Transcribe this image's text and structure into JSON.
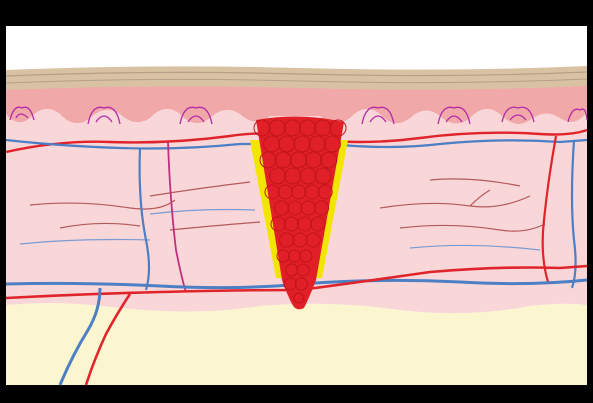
{
  "figure": {
    "kind": "wound-healing-skin-cross-section",
    "colors": {
      "letterbox": "#000000",
      "background": "#ffffff",
      "epidermis_surface": "#d9c2a4",
      "epidermis_line": "#b59f86",
      "epidermis_pink": "#f0a8a8",
      "dermis": "#f9d6d8",
      "subcutaneous_fat": "#fbf6cf",
      "artery": "#e0242b",
      "vein": "#4c7fc4",
      "capillary_purple": "#c0307f",
      "thin_vessel": "#b45a5a",
      "thin_vein": "#7c9bd3",
      "clot": "#e11f26",
      "clot_outline": "#c2141b",
      "fibrin": "#f2e600",
      "papilla_loop": "#b52aa8"
    },
    "icons": [
      "blood-clot",
      "fibrin-border",
      "dermal-papilla"
    ]
  }
}
